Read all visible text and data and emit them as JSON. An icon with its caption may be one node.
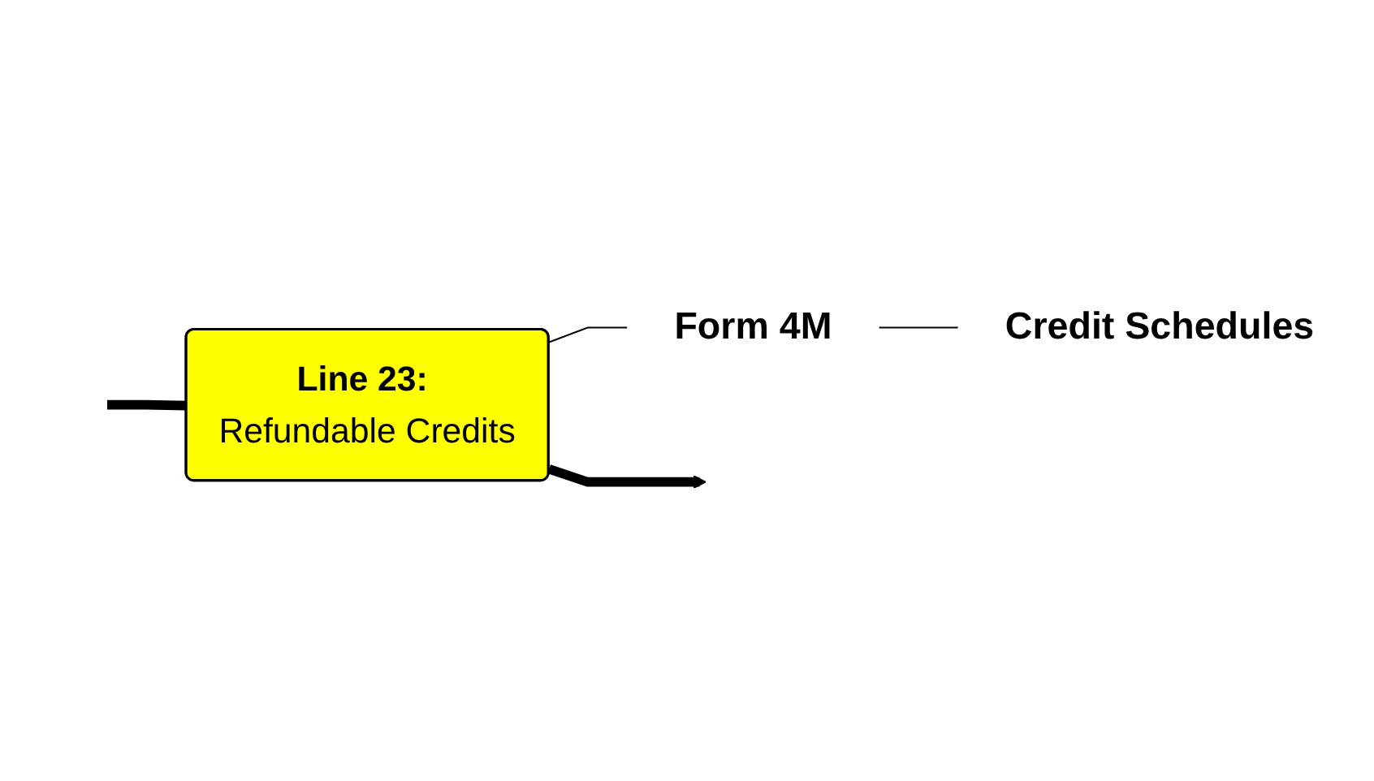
{
  "diagram": {
    "nodes": [
      {
        "text": [
          "**Line 23:** Refundable Credits"
        ]
      },
      {
        "text": [
          "Form 4M"
        ]
      },
      {
        "text": [
          "Credit Schedules"
        ]
      }
    ],
    "edges": [
      {
        "from": 0,
        "to": null,
        "arrow": "to",
        "style": "thick"
      },
      {
        "from": null,
        "to": 0,
        "arrow": "none",
        "style": "thick"
      },
      {
        "from": 0,
        "to": 1,
        "arrow": "none"
      },
      {
        "from": 1,
        "to": 2,
        "arrow": "none"
      }
    ]
  }
}
